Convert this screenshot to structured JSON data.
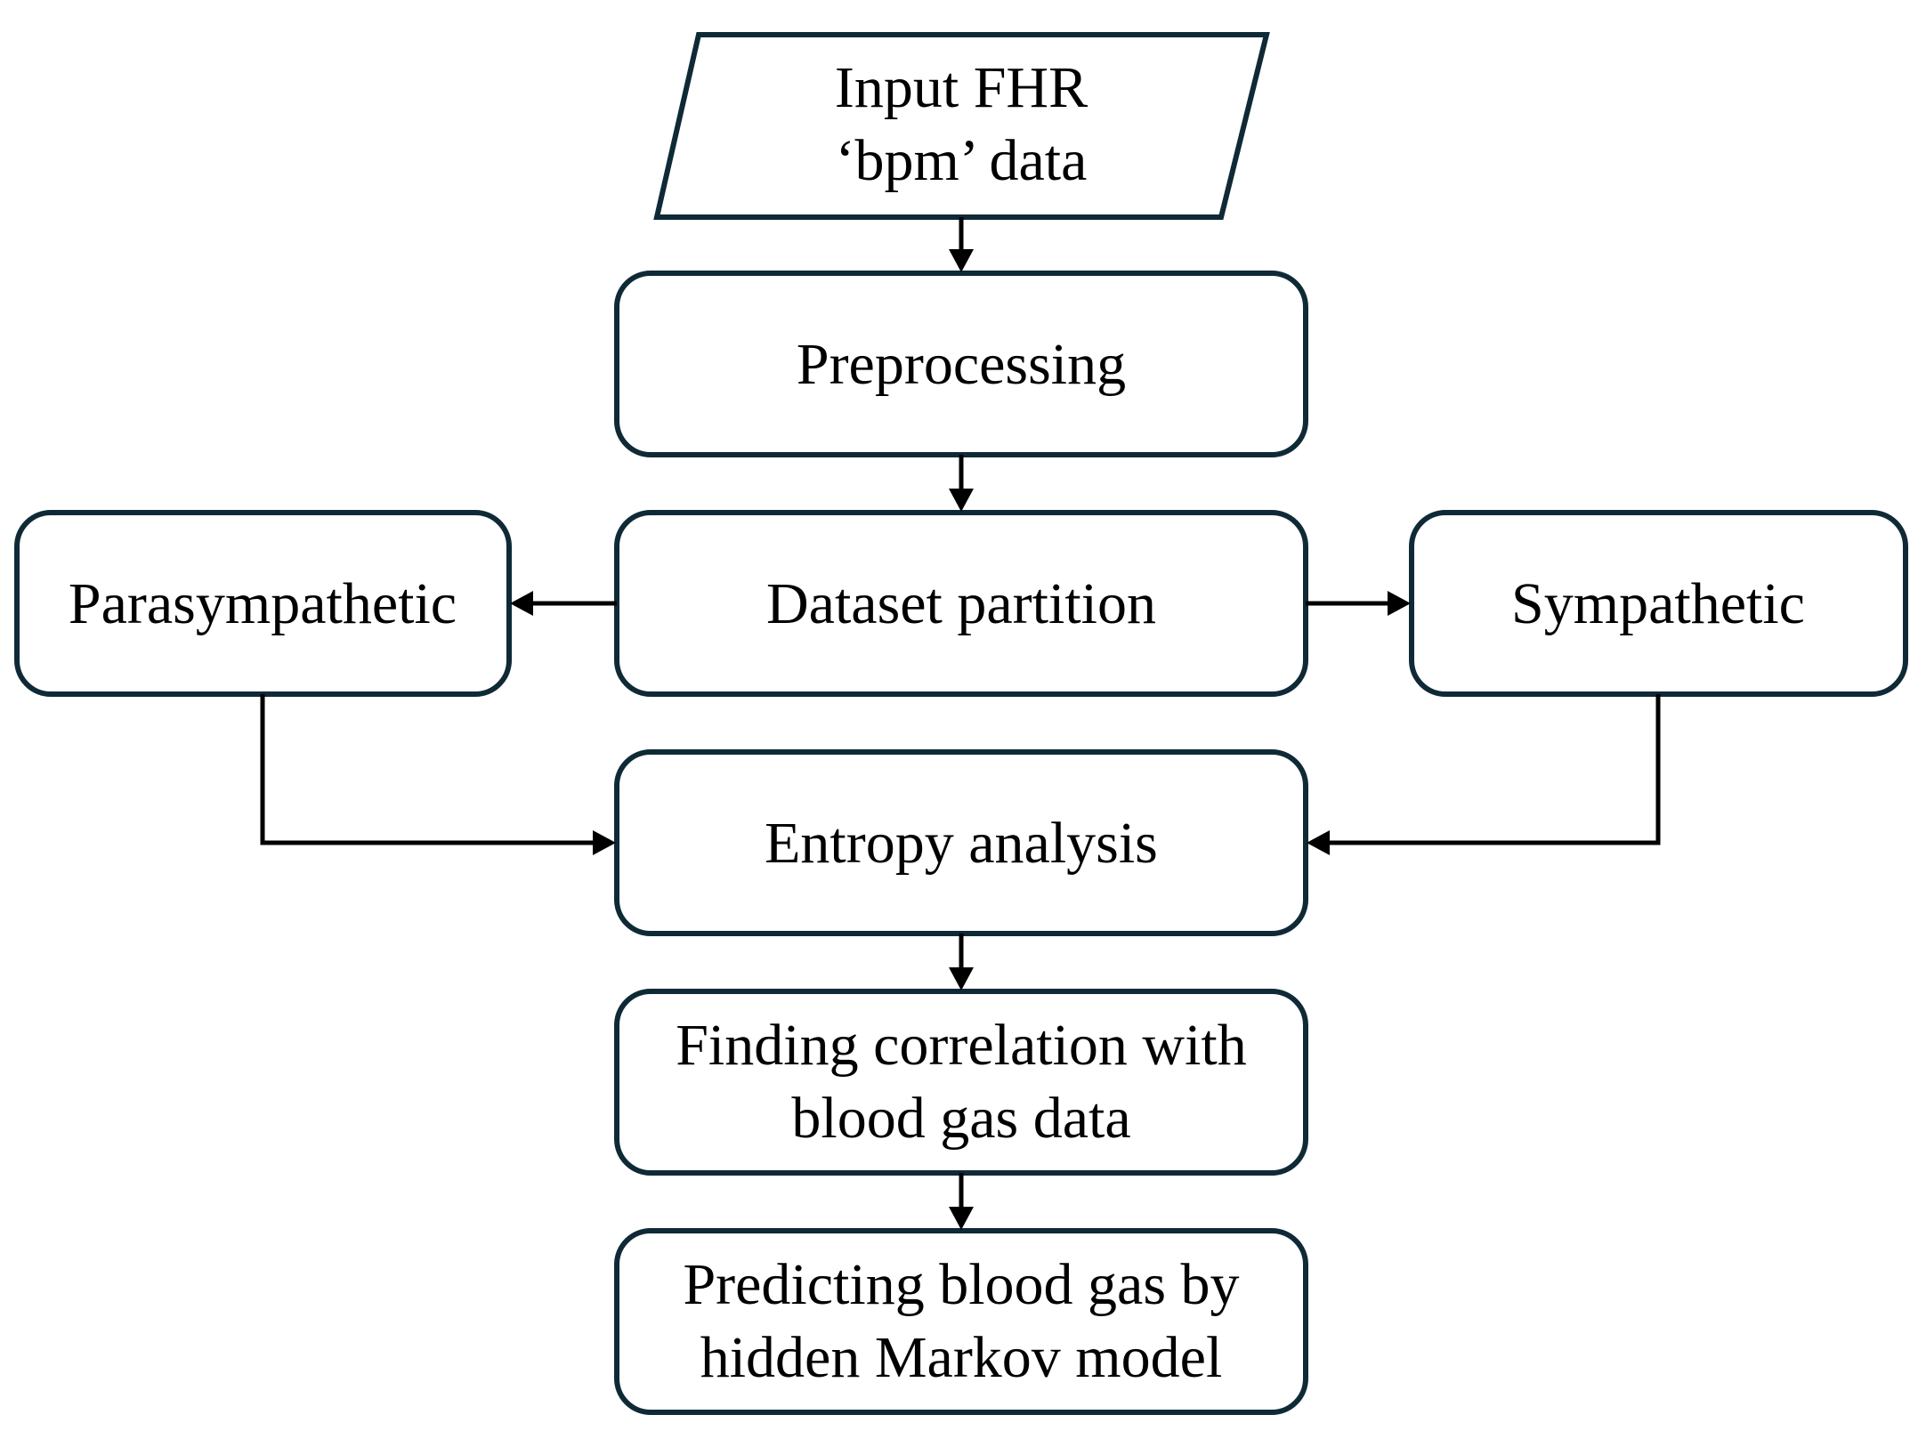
{
  "diagram": {
    "nodes": {
      "input": {
        "line1": "Input FHR",
        "line2": "‘bpm’ data"
      },
      "preprocessing": {
        "label": "Preprocessing"
      },
      "partition": {
        "label": "Dataset partition"
      },
      "parasympathetic": {
        "label": "Parasympathetic"
      },
      "sympathetic": {
        "label": "Sympathetic"
      },
      "entropy": {
        "label": "Entropy analysis"
      },
      "correlation": {
        "line1": "Finding correlation with",
        "line2": "blood gas data"
      },
      "predicting": {
        "line1": "Predicting blood gas by",
        "line2": "hidden Markov model"
      }
    },
    "colors": {
      "box_stroke": "#0f2a36",
      "arrow": "#000000",
      "text": "#000000",
      "background": "#ffffff"
    }
  }
}
